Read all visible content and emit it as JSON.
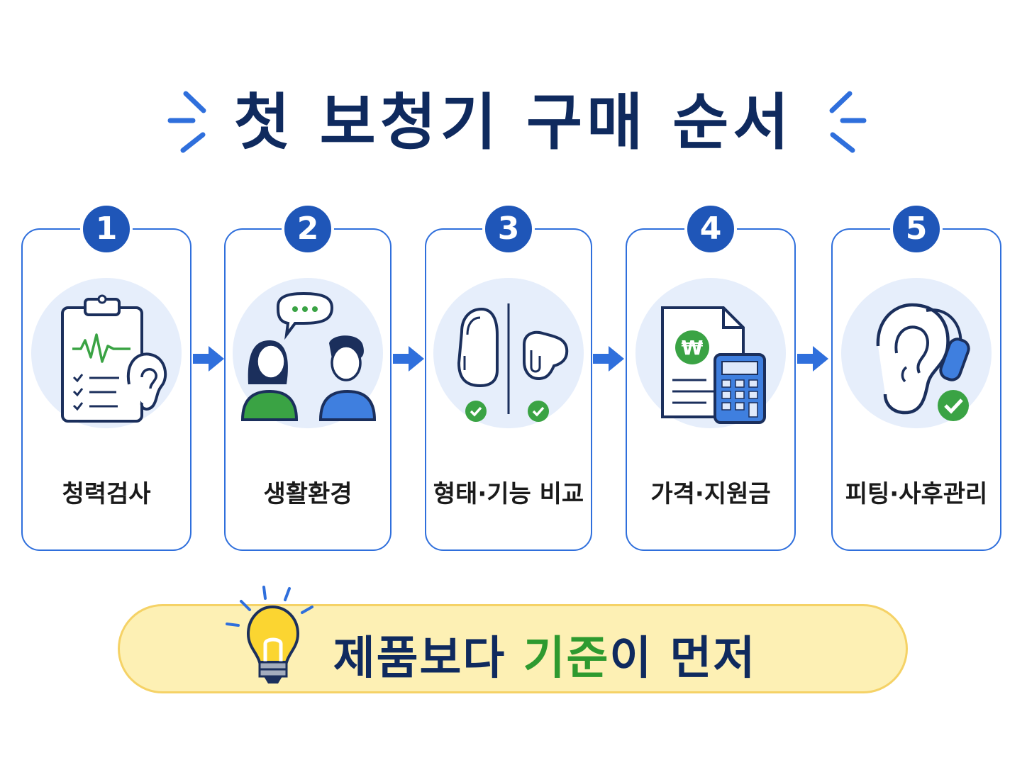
{
  "title": "첫 보청기 구매 순서",
  "steps": [
    {
      "number": "1",
      "label": "청력검사",
      "icon": "clipboard-ear-icon"
    },
    {
      "number": "2",
      "label": "생활환경",
      "icon": "conversation-icon"
    },
    {
      "number": "3",
      "label": "형태·기능 비교",
      "icon": "hearing-aid-compare-icon"
    },
    {
      "number": "4",
      "label": "가격·지원금",
      "icon": "price-calculator-icon"
    },
    {
      "number": "5",
      "label": "피팅·사후관리",
      "icon": "ear-fitting-icon"
    }
  ],
  "banner": {
    "text_before": "제품보다 ",
    "highlight": "기준",
    "text_after": "이 먼저",
    "icon": "lightbulb-icon"
  },
  "colors": {
    "primary": "#1f56b8",
    "border": "#2f6fdc",
    "title": "#0f2a5e",
    "highlight": "#2e9a2f",
    "banner_bg": "#fdf0b4",
    "icon_bg": "#e6eefb"
  }
}
